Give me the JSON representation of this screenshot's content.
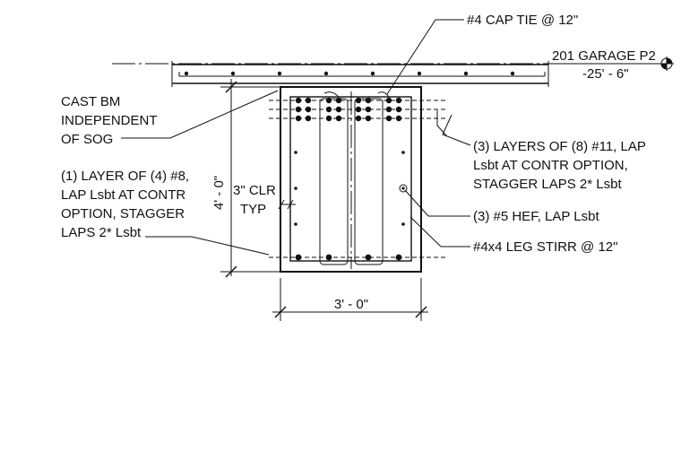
{
  "labels": {
    "cap_tie": "#4 CAP TIE @ 12\"",
    "level_name": "201 GARAGE P2",
    "level_elev": "-25' - 6\"",
    "cast_bm": [
      "CAST BM",
      "INDEPENDENT",
      "OF SOG"
    ],
    "layers_11": [
      "(3) LAYERS OF (8) #11, LAP",
      "Lsbt AT CONTR OPTION,",
      "STAGGER LAPS 2* Lsbt"
    ],
    "layer_8": [
      "(1) LAYER OF (4) #8,",
      "LAP Lsbt AT CONTR",
      "OPTION, STAGGER",
      "LAPS 2* Lsbt"
    ],
    "clr": [
      "3\" CLR",
      "TYP"
    ],
    "hef": "(3) #5 HEF, LAP Lsbt",
    "stirr": "#4x4 LEG STIRR @ 12\"",
    "dim_height": "4' - 0\"",
    "dim_width": "3' - 0\""
  },
  "icons": {
    "level_marker": "level-target-icon"
  }
}
